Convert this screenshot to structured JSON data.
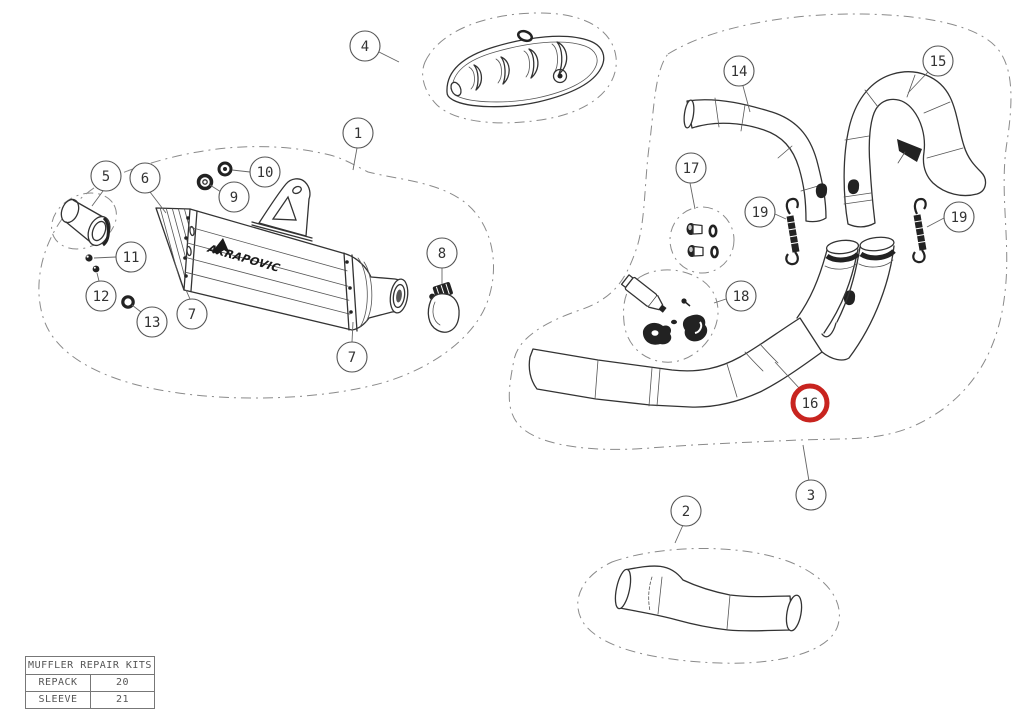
{
  "table": {
    "title": "MUFFLER REPAIR KITS",
    "rows": [
      {
        "label": "REPACK",
        "value": "20"
      },
      {
        "label": "SLEEVE",
        "value": "21"
      }
    ]
  },
  "logo": {
    "brand": "AKRAPOVIC"
  },
  "colors": {
    "line": "#333333",
    "boundary": "#8a8a8a",
    "highlight": "#c8241f",
    "background": "#ffffff"
  },
  "callouts": {
    "c1": {
      "label": "1"
    },
    "c2": {
      "label": "2"
    },
    "c3": {
      "label": "3"
    },
    "c4": {
      "label": "4"
    },
    "c5": {
      "label": "5"
    },
    "c6": {
      "label": "6"
    },
    "c7a": {
      "label": "7"
    },
    "c7b": {
      "label": "7"
    },
    "c8": {
      "label": "8"
    },
    "c9": {
      "label": "9"
    },
    "c10": {
      "label": "10"
    },
    "c11": {
      "label": "11"
    },
    "c12": {
      "label": "12"
    },
    "c13": {
      "label": "13"
    },
    "c14": {
      "label": "14"
    },
    "c15": {
      "label": "15"
    },
    "c16": {
      "label": "16",
      "highlighted": true
    },
    "c17": {
      "label": "17"
    },
    "c18": {
      "label": "18"
    },
    "c19a": {
      "label": "19"
    },
    "c19b": {
      "label": "19"
    }
  }
}
